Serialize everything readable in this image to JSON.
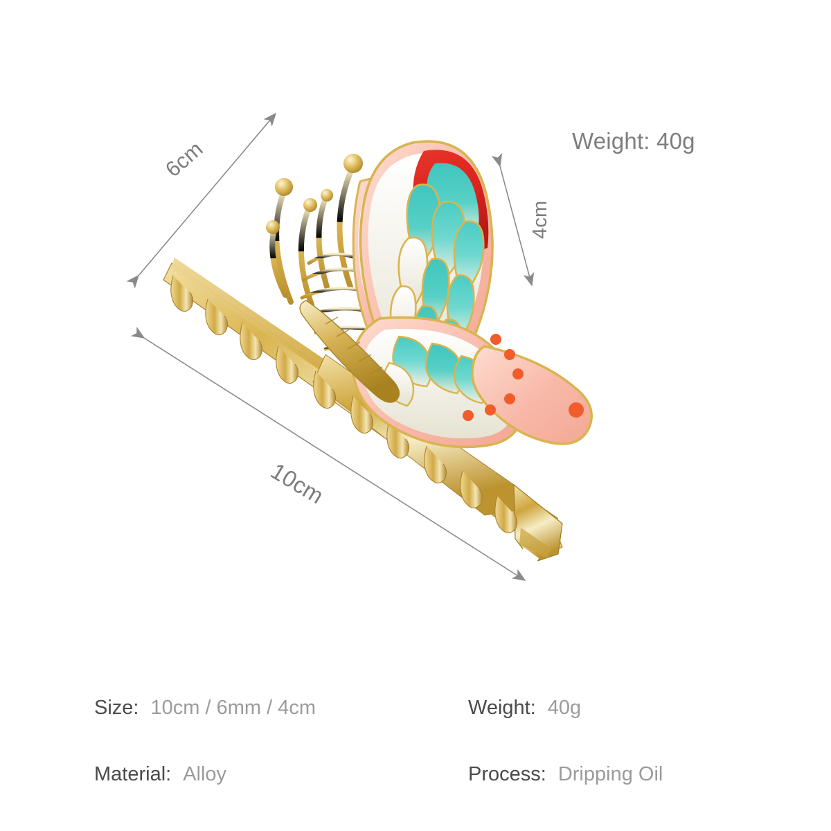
{
  "page": {
    "background_color": "#ffffff",
    "product_name": "butterfly hair clip"
  },
  "annotations": {
    "weight_callout": "Weight: 40g",
    "height_callout": "6cm",
    "wing_callout": "4cm",
    "length_callout": "10cm",
    "line_color": "#8a8a8a",
    "text_color": "#7d7d7d"
  },
  "specs": {
    "rows": [
      {
        "left": {
          "label": "Size:",
          "value": "10cm / 6mm / 4cm"
        },
        "right": {
          "label": "Weight:",
          "value": "40g"
        }
      },
      {
        "left": {
          "label": "Material:",
          "value": "Alloy"
        },
        "right": {
          "label": "Process:",
          "value": "Dripping Oil"
        }
      }
    ],
    "label_color": "#4a4a4a",
    "value_color": "#9b9b9b"
  },
  "product_colors": {
    "gold": "#D8B24A",
    "gold_light": "#F0DC9A",
    "gold_dark": "#A8832B",
    "red": "#D8231C",
    "turquoise": "#45C9C0",
    "turquoise_light": "#7FDCD6",
    "pink": "#F8B8A8",
    "pink_light": "#FCD8CC",
    "cream": "#EAE7D8",
    "white_enamel": "#FBFBF7",
    "orange_dot": "#F25C2A"
  }
}
